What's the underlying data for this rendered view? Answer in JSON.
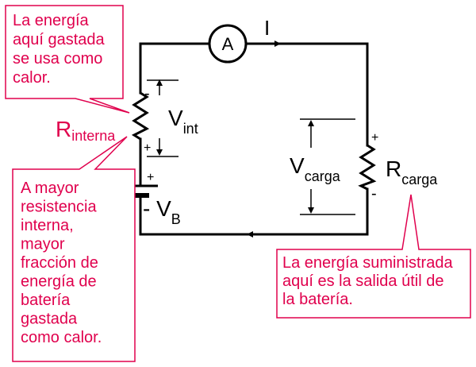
{
  "colors": {
    "wire": "#000000",
    "callout": "#e0004d",
    "callout_fill": "#ffffff"
  },
  "labels": {
    "current": "I",
    "ammeter": "A",
    "v_int_main": "V",
    "v_int_sub": "int",
    "v_carga_main": "V",
    "v_carga_sub": "carga",
    "r_carga_main": "R",
    "r_carga_sub": "carga",
    "r_interna_main": "R",
    "r_interna_sub": "interna",
    "v_b_prefix": "- V",
    "v_b_sub": "B",
    "plus": "+",
    "minus": "-"
  },
  "callouts": {
    "top_left": [
      "La energía",
      "aquí gastada",
      "se usa como",
      "calor."
    ],
    "bottom_left": [
      "A mayor",
      "resistencia",
      "interna,",
      "mayor",
      "fracción de",
      "energía de",
      "batería",
      "gastada",
      "como calor."
    ],
    "bottom_right": [
      "La energía suministrada",
      "aquí es la salida útil de",
      "la batería."
    ]
  }
}
